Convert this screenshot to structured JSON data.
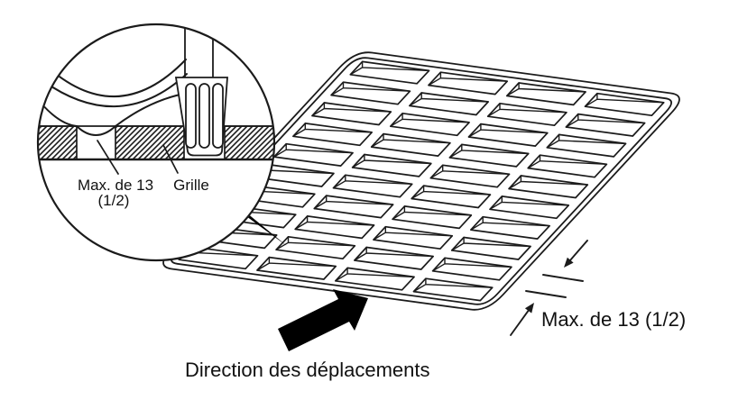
{
  "diagram": {
    "inset": {
      "max_label_line1": "Max. de 13",
      "max_label_line2": "(1/2)",
      "grille_label": "Grille"
    },
    "grille": {
      "rows": 10,
      "columns": 4
    },
    "dimension_label": "Max. de 13 (1/2)",
    "direction_label": "Direction des déplacements",
    "colors": {
      "line": "#1b1b1b",
      "background": "#ffffff",
      "arrow_fill": "#000000"
    }
  }
}
